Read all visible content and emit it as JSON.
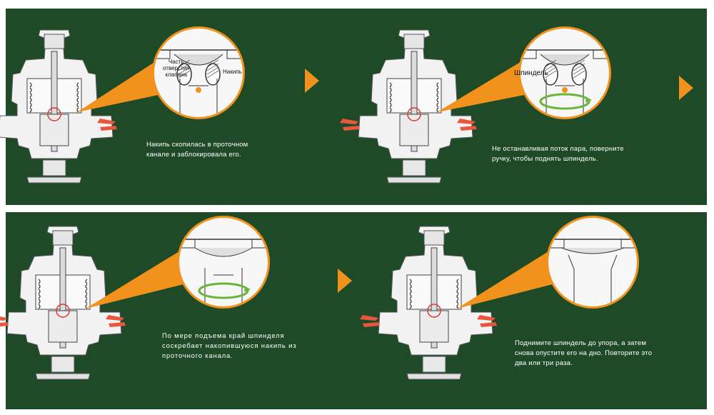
{
  "colors": {
    "panel_bg": "#1f4a27",
    "accent": "#f0921c",
    "flow_arrow": "#e8573b",
    "ring": "#6ab43a",
    "highlight_circle": "#d63a2e"
  },
  "steps": [
    {
      "caption_lines": [
        "Накипь скопилась в проточном",
        "канале и заблокировала его."
      ],
      "labels": {
        "orifice_lines": [
          "Часть",
          "отверстия",
          "клапана"
        ],
        "scale": "Накипь"
      }
    },
    {
      "caption_lines": [
        "Не останавливая поток пара, поверните",
        "ручку, чтобы поднять шпиндель."
      ],
      "labels": {
        "spindle": "Шпиндель"
      }
    },
    {
      "caption_lines": [
        "По мере подъема край шпинделя",
        "соскребает накопившуюся накипь из",
        "проточного канала."
      ]
    },
    {
      "caption_lines": [
        "Поднимите шпиндель до упора, а затем",
        "снова опустите его на дно. Повторите это",
        "два или три раза."
      ]
    }
  ],
  "icons": {
    "next_step": "triangle-right-icon",
    "flow": "flow-arrow-icon",
    "rotation": "rotation-ring-icon",
    "valve": "valve-cutaway-icon",
    "zoom": "magnifier-callout-icon"
  }
}
